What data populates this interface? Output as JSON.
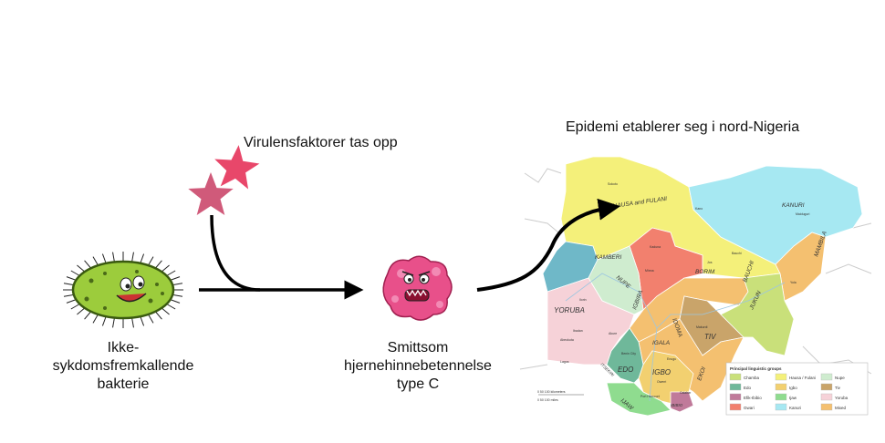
{
  "captions": {
    "virulence": "Virulensfaktorer tas opp",
    "epidemic": "Epidemi etablerer seg i nord-Nigeria",
    "bacterium": [
      "Ikke-",
      "sykdomsfremkallende",
      "bakterie"
    ],
    "pathogen": [
      "Smittsom",
      "hjernehinnebetennelse",
      "type C"
    ]
  },
  "map": {
    "regions": [
      "HAUSA and FULANI",
      "KANURI",
      "KAMBERI",
      "NUPE",
      "YORUBA",
      "BORIM",
      "BAUCHI",
      "MAMBILA",
      "JUKUN",
      "IGBIRA",
      "IDOMA",
      "TIV",
      "IGALA",
      "EDO",
      "IGBO",
      "EKOI",
      "IJAW",
      "IBIBIO",
      "ITSEKIRI"
    ],
    "cities": [
      "Sokoto",
      "Kano",
      "Maiduguri",
      "Kaduna",
      "Minna",
      "Jos",
      "Bauchi",
      "Yola",
      "Ilorin",
      "Makurdi",
      "Ibadan",
      "Abeokuta",
      "Akure",
      "Lagos",
      "Benin City",
      "Enugu",
      "Owerri",
      "Port Harcourt",
      "Calabar"
    ],
    "scale": {
      "km": "0   50   100 kilometers",
      "mi": "0      50      100 miles"
    },
    "legend_title": "Principal linguistic groups",
    "legend": [
      {
        "label": "Chamba",
        "color": "#c9e07a"
      },
      {
        "label": "Edo",
        "color": "#6fb89a"
      },
      {
        "label": "Efik-Ibibio",
        "color": "#c07a9a"
      },
      {
        "label": "Gwari",
        "color": "#f2806e"
      },
      {
        "label": "Hausa / Fulani",
        "color": "#f4f07a"
      },
      {
        "label": "Igbo",
        "color": "#f2d070"
      },
      {
        "label": "Ijaw",
        "color": "#8fdc8f"
      },
      {
        "label": "Kanuri",
        "color": "#a6e8f2"
      },
      {
        "label": "Nupe",
        "color": "#cfeccf"
      },
      {
        "label": "Tiv",
        "color": "#c9a46a"
      },
      {
        "label": "Yoruba",
        "color": "#f6d2d8"
      },
      {
        "label": "Mixed",
        "color": "#f4c070"
      }
    ]
  },
  "colors": {
    "star1": "#e8476a",
    "star2": "#d05a7a",
    "bacterium": "#9ccc3c",
    "virus": "#e8508a"
  }
}
